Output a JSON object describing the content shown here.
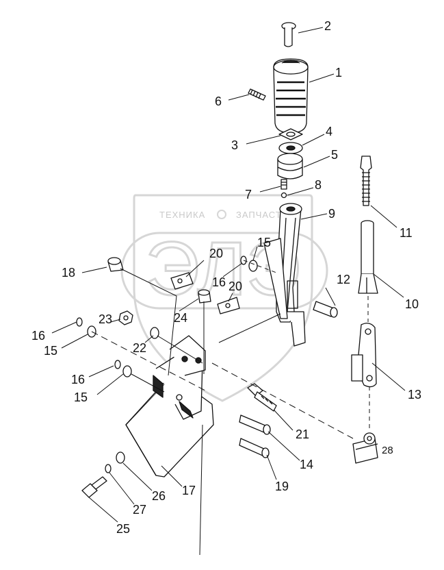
{
  "watermark": {
    "text_left": "ТЕХНИКА",
    "text_right": "ЗАПЧАСТИ",
    "logo_letters": "ЭЛЭ",
    "color": "#d6d6d6"
  },
  "diagram": {
    "line_color": "#111111",
    "callouts": [
      {
        "id": "c2",
        "label": "2"
      },
      {
        "id": "c1",
        "label": "1"
      },
      {
        "id": "c6",
        "label": "6"
      },
      {
        "id": "c4",
        "label": "4"
      },
      {
        "id": "c3",
        "label": "3"
      },
      {
        "id": "c5",
        "label": "5"
      },
      {
        "id": "c7",
        "label": "7"
      },
      {
        "id": "c8",
        "label": "8"
      },
      {
        "id": "c9",
        "label": "9"
      },
      {
        "id": "c11",
        "label": "11"
      },
      {
        "id": "c10",
        "label": "10"
      },
      {
        "id": "c12",
        "label": "12"
      },
      {
        "id": "c13",
        "label": "13"
      },
      {
        "id": "c18",
        "label": "18"
      },
      {
        "id": "c20a",
        "label": "20"
      },
      {
        "id": "c15a",
        "label": "15"
      },
      {
        "id": "c16a",
        "label": "16"
      },
      {
        "id": "c20b",
        "label": "20"
      },
      {
        "id": "c24",
        "label": "24"
      },
      {
        "id": "c23",
        "label": "23"
      },
      {
        "id": "c16b",
        "label": "16"
      },
      {
        "id": "c15b",
        "label": "15"
      },
      {
        "id": "c22",
        "label": "22"
      },
      {
        "id": "c16c",
        "label": "16"
      },
      {
        "id": "c15c",
        "label": "15"
      },
      {
        "id": "c21",
        "label": "21"
      },
      {
        "id": "c14",
        "label": "14"
      },
      {
        "id": "c19",
        "label": "19"
      },
      {
        "id": "c28",
        "label": "28"
      },
      {
        "id": "c17",
        "label": "17"
      },
      {
        "id": "c26",
        "label": "26"
      },
      {
        "id": "c27",
        "label": "27"
      },
      {
        "id": "c25",
        "label": "25"
      }
    ]
  }
}
